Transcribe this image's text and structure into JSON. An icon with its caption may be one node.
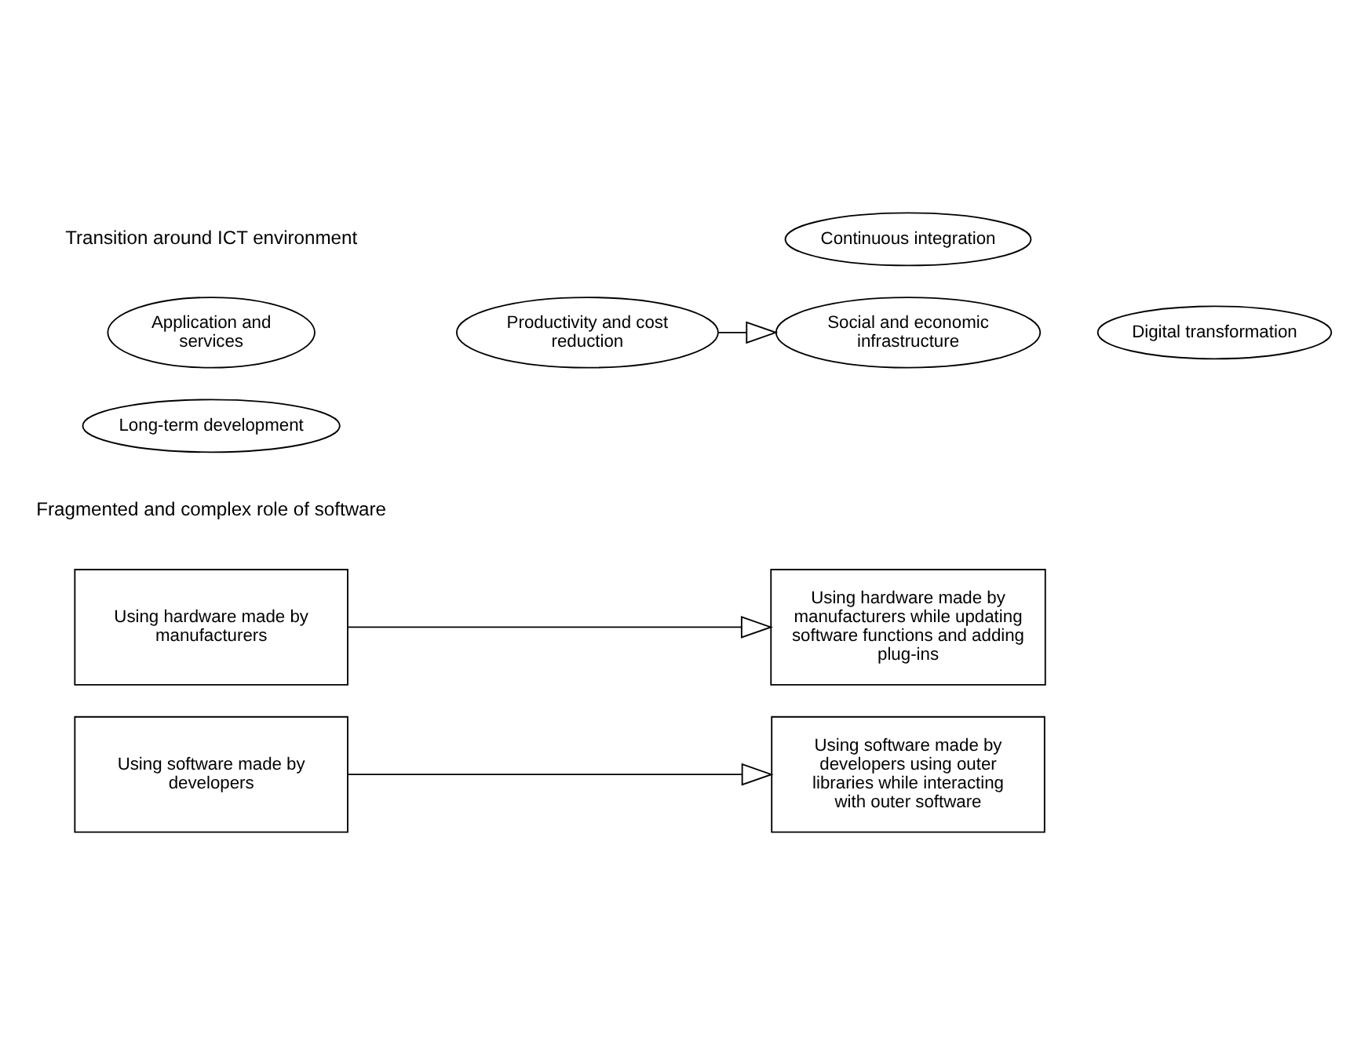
{
  "diagram": {
    "nodes": [
      {
        "text": [
          "Application and services"
        ]
      },
      {
        "text": [
          "Productivity and cost reduction"
        ]
      },
      {
        "text": [
          "Long-term development"
        ]
      },
      {
        "text": [
          "Social and economic infrastructure"
        ]
      },
      {
        "text": [
          "Digital transformation"
        ]
      },
      {
        "text": [
          "Continuous integration"
        ]
      },
      {
        "text": [
          "Using hardware made by manufacturers"
        ]
      },
      {
        "text": [
          "Using hardware made by manufacturers while updating software functions and adding plug-ins"
        ]
      },
      {
        "text": [
          "Using software made by developers"
        ]
      },
      {
        "text": [
          "Using software made by developers using outer libraries while interacting with outer software"
        ]
      }
    ],
    "edges": [
      {
        "from": 1,
        "to": 3,
        "arrow": "to"
      },
      {
        "from": 6,
        "to": 7,
        "arrow": "to"
      },
      {
        "from": 8,
        "to": 9,
        "arrow": "to"
      }
    ],
    "labels": [
      "Transition around ICT environment",
      "Fragmented and complex role of software"
    ]
  }
}
